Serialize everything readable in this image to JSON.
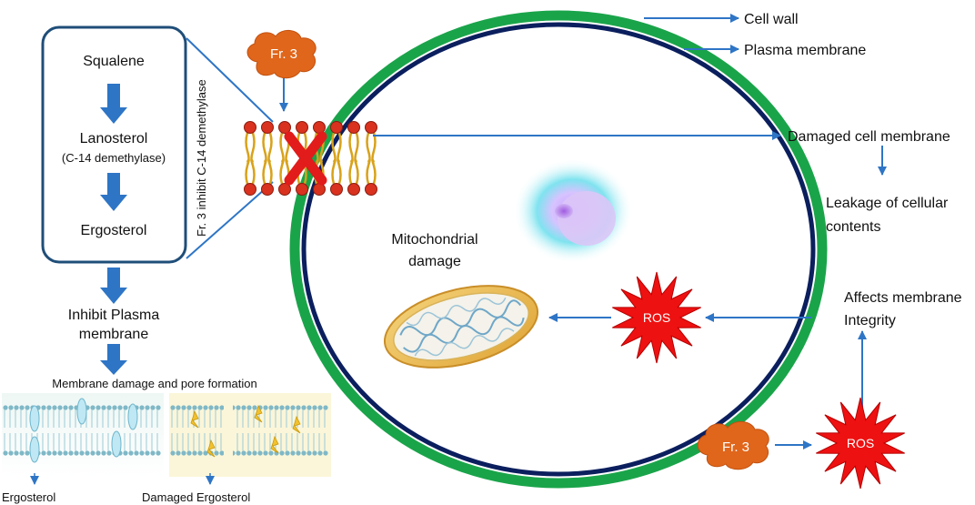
{
  "labels": {
    "fr3_top": "Fr. 3",
    "fr3_bottom": "Fr. 3",
    "vertical_text": "Fr. 3 inhibit C-14 demethylase",
    "squalene": "Squalene",
    "lanosterol": "Lanosterol",
    "c14": "(C-14 demethylase)",
    "ergosterol": "Ergosterol",
    "inhibit_line1": "Inhibit Plasma",
    "inhibit_line2": "membrane",
    "membrane_damage": "Membrane damage and pore formation",
    "ergosterol_bottom": "Ergosterol",
    "damaged_ergosterol": "Damaged Ergosterol",
    "cell_wall": "Cell wall",
    "plasma_membrane": "Plasma membrane",
    "damaged_cell_membrane": "Damaged cell membrane",
    "leakage_line1": "Leakage of cellular",
    "leakage_line2": "contents",
    "mito_line1": "Mitochondrial",
    "mito_line2": "damage",
    "affects_line1": "Affects membrane",
    "affects_line2": "Integrity",
    "ros_center": "ROS",
    "ros_bottom": "ROS"
  },
  "colors": {
    "cell_wall": "#1aa44a",
    "plasma_membrane": "#0b1f5e",
    "arrow": "#2e75c6",
    "cloud": "#e0661b",
    "ros": "#ee1111",
    "inhibit_x": "#e21b1b",
    "pathway_box_border": "#1f4e79",
    "lipid_head": "#d9321f",
    "lipid_tail": "#d8a21a"
  }
}
